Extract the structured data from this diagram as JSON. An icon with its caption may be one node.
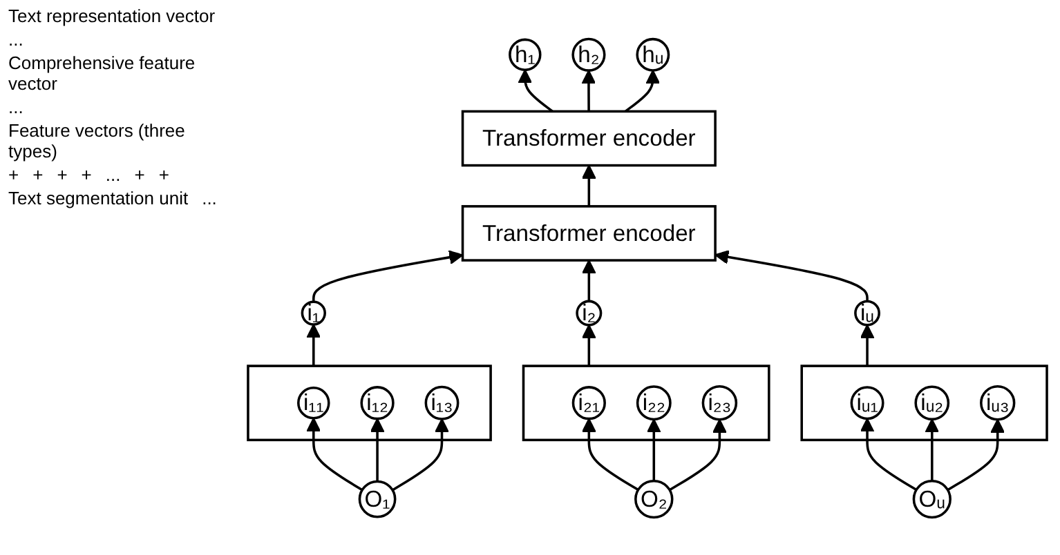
{
  "diagram": {
    "nodes": [
      {
        "text": [
          "h₁"
        ]
      },
      {
        "text": [
          "h₂"
        ]
      },
      {
        "text": [
          "hᵤ"
        ]
      },
      {
        "text": [
          "Transformer encoder"
        ]
      },
      {
        "text": [
          "Transformer encoder"
        ]
      },
      {
        "text": [
          "i₁"
        ]
      },
      {
        "text": [
          "i₂"
        ]
      },
      {
        "text": [
          "iᵤ"
        ]
      },
      {
        "text": [],
        "shape": "box"
      },
      {
        "text": [
          "i₁₁"
        ],
        "in": 8
      },
      {
        "text": [
          "i₁₂"
        ],
        "in": 8
      },
      {
        "text": [
          "i₁₃"
        ],
        "in": 8
      },
      {
        "text": [],
        "shape": "box"
      },
      {
        "text": [
          "i₂₁"
        ],
        "in": 12
      },
      {
        "text": [
          "i₂₂"
        ],
        "in": 12
      },
      {
        "text": [
          "i₂₃"
        ],
        "in": 12
      },
      {
        "text": [],
        "shape": "box"
      },
      {
        "text": [
          "iᵤ₁"
        ],
        "in": 16
      },
      {
        "text": [
          "iᵤ₂"
        ],
        "in": 16
      },
      {
        "text": [
          "iᵤ₃"
        ],
        "in": 16
      },
      {
        "text": [
          "O₁"
        ]
      },
      {
        "text": [
          "O₂"
        ]
      },
      {
        "text": [
          "Oᵤ"
        ]
      }
    ],
    "edges": [
      {
        "from": 3,
        "to": 0,
        "arrow": "to"
      },
      {
        "from": 3,
        "to": 1,
        "arrow": "to"
      },
      {
        "from": 3,
        "to": 2,
        "arrow": "to"
      },
      {
        "from": 4,
        "to": 3,
        "arrow": "to"
      },
      {
        "from": 5,
        "to": 4,
        "arrow": "to"
      },
      {
        "from": 6,
        "to": 4,
        "arrow": "to"
      },
      {
        "from": 7,
        "to": 4,
        "arrow": "to"
      },
      {
        "from": 8,
        "to": 5,
        "arrow": "to"
      },
      {
        "from": 12,
        "to": 6,
        "arrow": "to"
      },
      {
        "from": 16,
        "to": 7,
        "arrow": "to"
      },
      {
        "from": 20,
        "to": 9,
        "arrow": "to"
      },
      {
        "from": 20,
        "to": 10,
        "arrow": "to"
      },
      {
        "from": 20,
        "to": 11,
        "arrow": "to"
      },
      {
        "from": 21,
        "to": 13,
        "arrow": "to"
      },
      {
        "from": 21,
        "to": 14,
        "arrow": "to"
      },
      {
        "from": 21,
        "to": 15,
        "arrow": "to"
      },
      {
        "from": 22,
        "to": 17,
        "arrow": "to"
      },
      {
        "from": 22,
        "to": 18,
        "arrow": "to"
      },
      {
        "from": 22,
        "to": 19,
        "arrow": "to"
      }
    ],
    "labels": [
      "Text representation vector",
      "...",
      "Comprehensive feature vector",
      "...",
      "Feature vectors (three types)",
      "+",
      "+",
      "+",
      "+",
      "...",
      "+",
      "+",
      "Text segmentation unit",
      "..."
    ]
  }
}
